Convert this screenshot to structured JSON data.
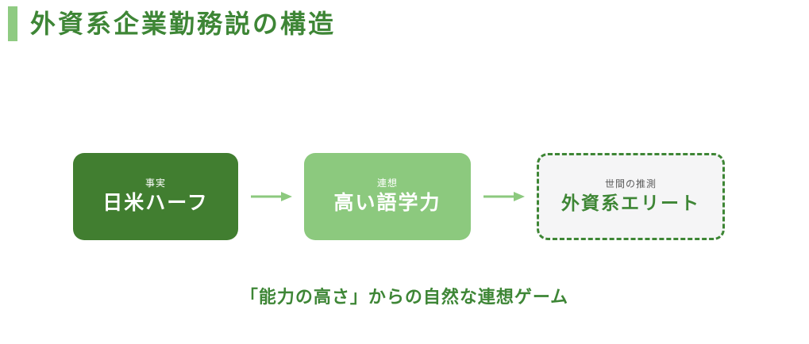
{
  "title": "外資系企業勤務説の構造",
  "diagram": {
    "boxes": [
      {
        "tag": "事実",
        "label": "日米ハーフ",
        "style": "solid-dark-green"
      },
      {
        "tag": "連想",
        "label": "高い語学力",
        "style": "solid-light-green"
      },
      {
        "tag": "世間の推測",
        "label": "外資系エリート",
        "style": "dashed-outline"
      }
    ],
    "arrow_icon": "right-arrow"
  },
  "caption": "「能力の高さ」からの自然な連想ゲーム",
  "colors": {
    "title_green": "#3e8636",
    "accent_bar_green": "#8fcb82",
    "box_dark_green": "#417e30",
    "box_light_green": "#8cc97e",
    "dashed_border_green": "#3e8635",
    "dashed_box_bg": "#f5f5f6",
    "tag_gray": "#5a5a5a",
    "background": "#ffffff"
  }
}
